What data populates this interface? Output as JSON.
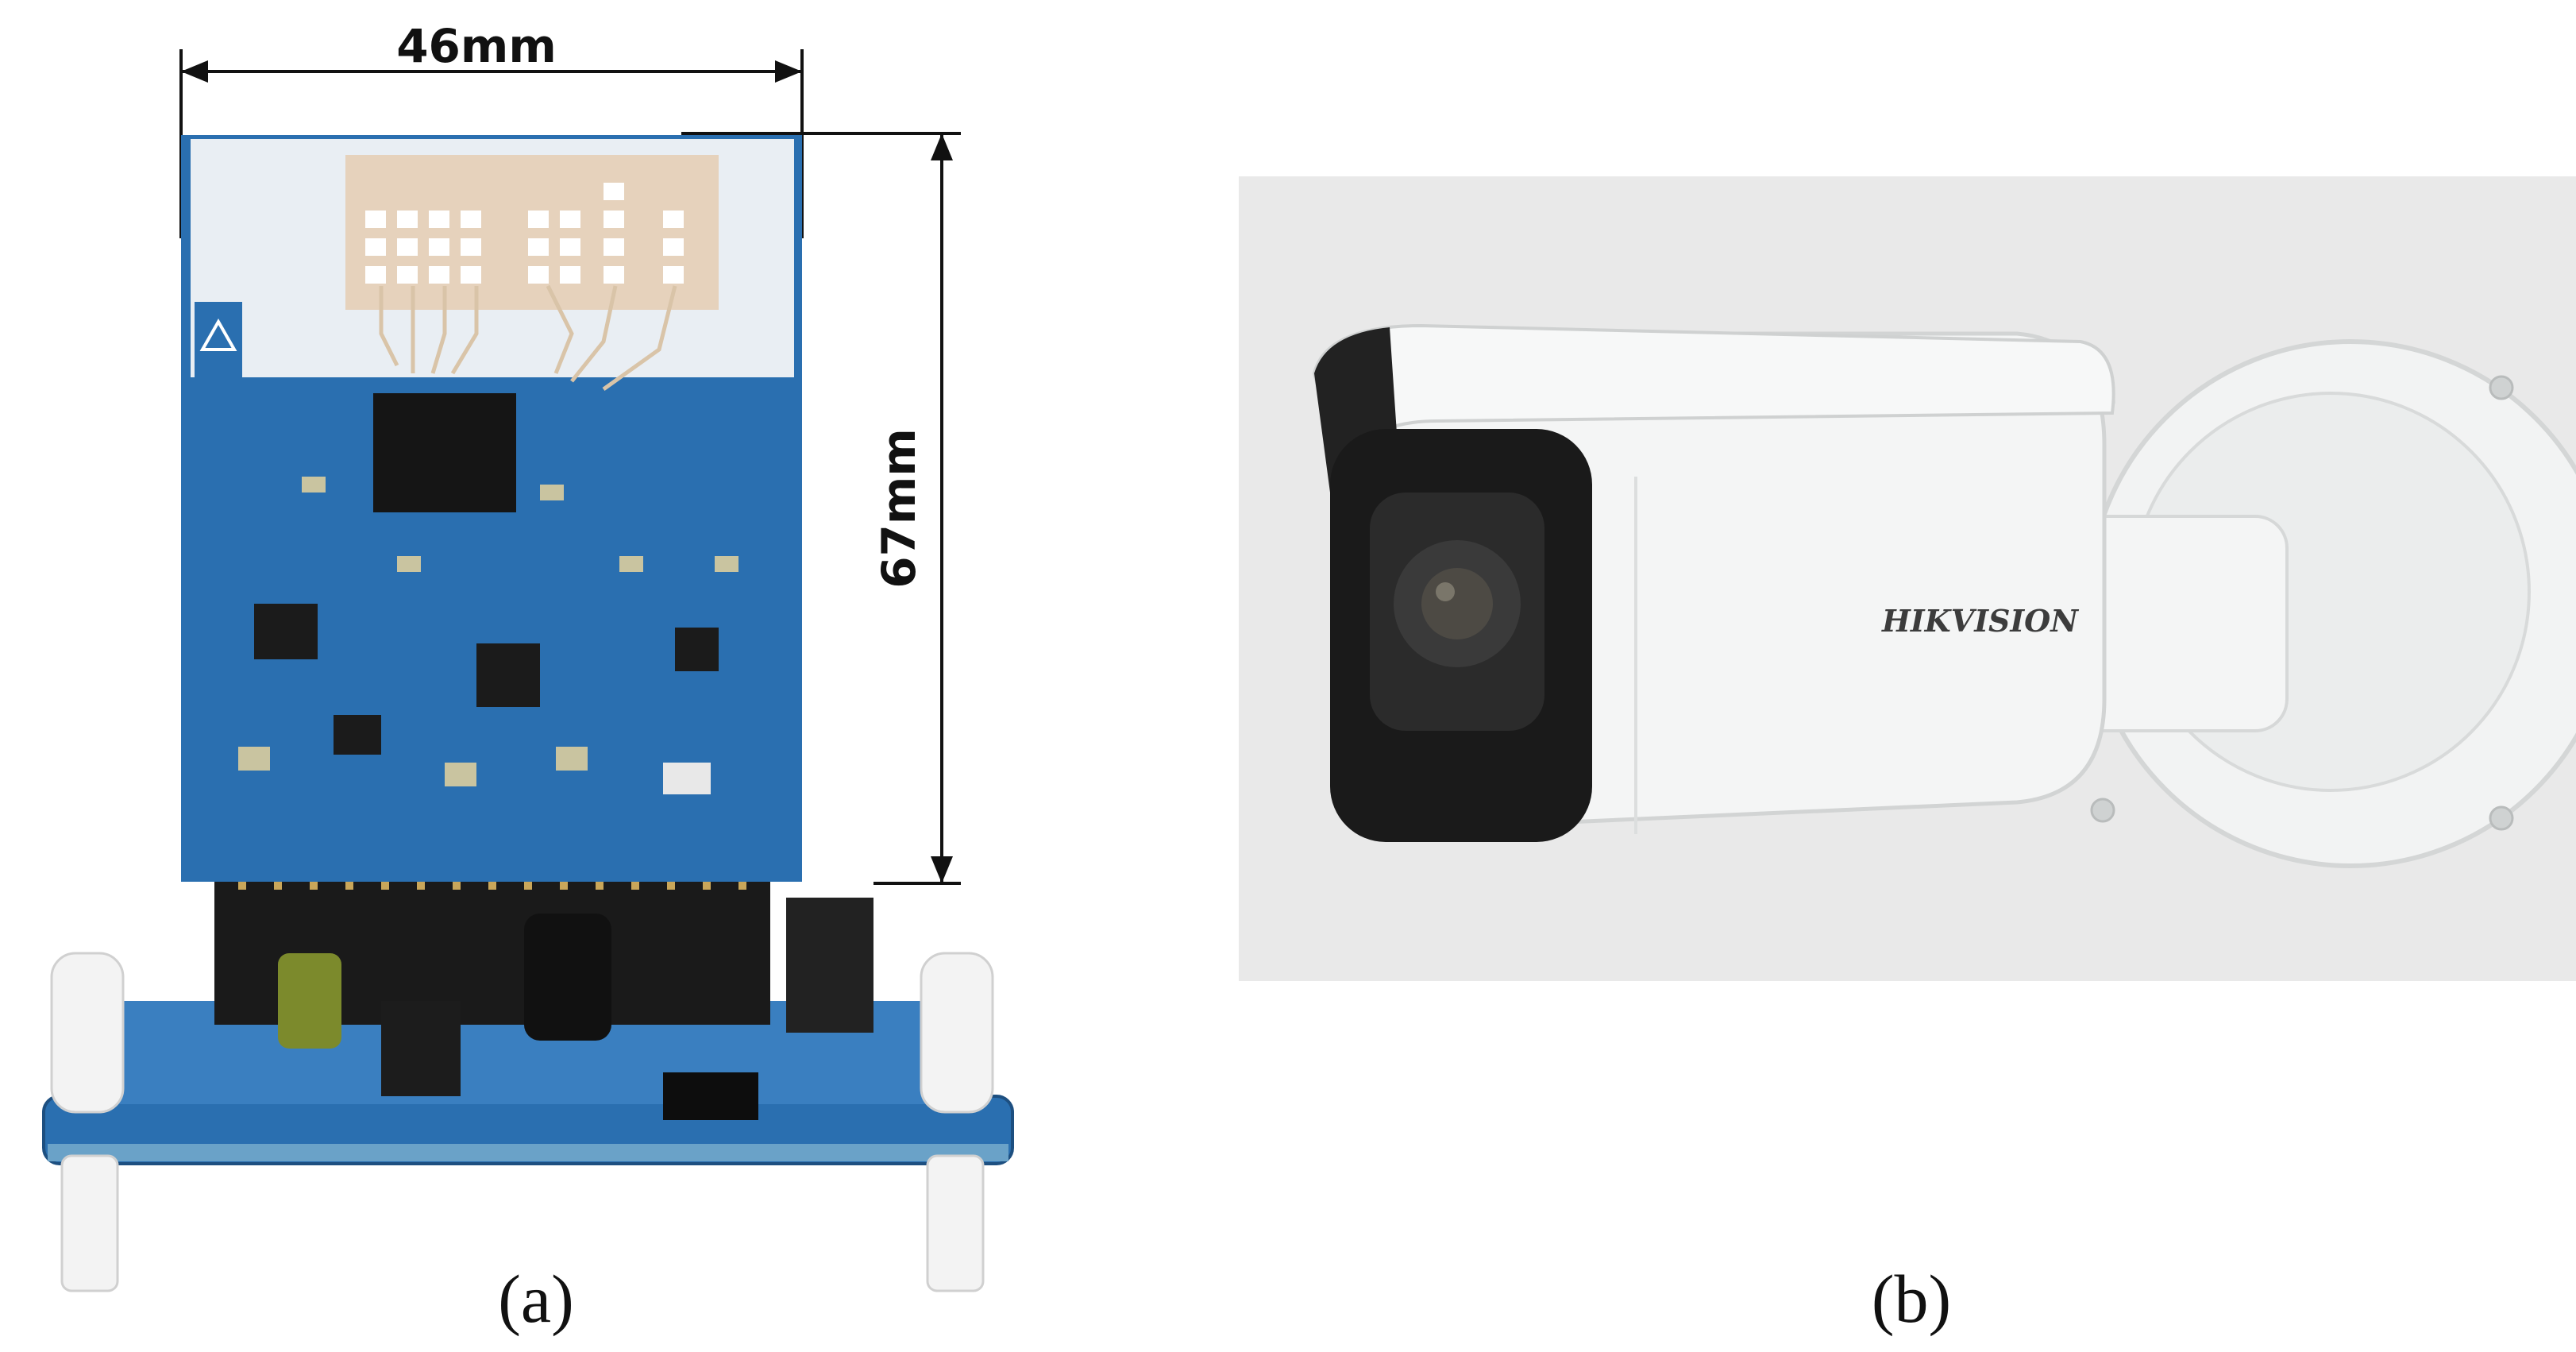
{
  "panels": [
    {
      "label": "(a)",
      "dimensions": {
        "width": "46mm",
        "height": "67mm"
      }
    },
    {
      "label": "(b)",
      "brand": "HIKVISION"
    }
  ],
  "colors": {
    "pcb_blue": "#2a6fb0",
    "antenna_beige": "#e6d2bc",
    "camera_white": "#f2f3f3",
    "photo_background": "#e9e9e9"
  }
}
